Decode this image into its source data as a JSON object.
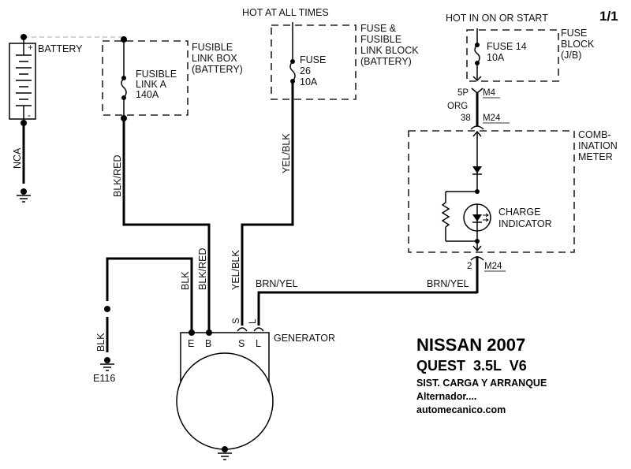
{
  "page_indicator": "1/1",
  "power_sources": {
    "hot_at_all_times": "HOT AT ALL TIMES",
    "hot_in_on_or_start": "HOT IN ON OR START"
  },
  "battery": {
    "label": "BATTERY",
    "plus": "+",
    "minus": "-",
    "ground_wire": "NCA"
  },
  "fusible_link_box": {
    "box_label": [
      "FUSIBLE",
      "LINK BOX",
      "(BATTERY)"
    ],
    "fuse_label": [
      "FUSIBLE",
      "LINK A",
      "140A"
    ]
  },
  "fuse_block_battery": {
    "box_label": [
      "FUSE &",
      "FUSIBLE",
      "LINK BLOCK",
      "(BATTERY)"
    ],
    "fuse_label": [
      "FUSE",
      "26",
      "10A"
    ]
  },
  "fuse_block_jb": {
    "box_label": [
      "FUSE",
      "BLOCK",
      "(J/B)"
    ],
    "fuse_label": [
      "FUSE 14",
      "10A"
    ]
  },
  "connectors": {
    "m4_pin": "5P",
    "m4": "M4",
    "wire_color_org": "ORG",
    "m24_pin_top": "38",
    "m24_top": "M24",
    "m24_pin_bottom": "2",
    "m24_bottom": "M24"
  },
  "combination_meter": {
    "box_label": [
      "COMB-",
      "INATION",
      "METER"
    ],
    "indicator_label": [
      "CHARGE",
      "INDICATOR"
    ]
  },
  "wires": {
    "blk_red_upper": "BLK/RED",
    "yel_blk_upper": "YEL/BLK",
    "blk_lower": "BLK",
    "blk_red_lower": "BLK/RED",
    "yel_blk_lower": "YEL/BLK",
    "brn_yel_left": "BRN/YEL",
    "brn_yel_right": "BRN/YEL",
    "blk_ground": "BLK"
  },
  "ground": {
    "e116": "E116"
  },
  "generator": {
    "label": "GENERATOR",
    "terminals": [
      "E",
      "B",
      "S",
      "L"
    ],
    "connector_pins": [
      "S",
      "L"
    ]
  },
  "title_block": {
    "make_year": "NISSAN 2007",
    "model": "QUEST  3.5L  V6",
    "system": "SIST. CARGA Y ARRANQUE",
    "component": "Alternador....",
    "website": "automecanico.com"
  }
}
